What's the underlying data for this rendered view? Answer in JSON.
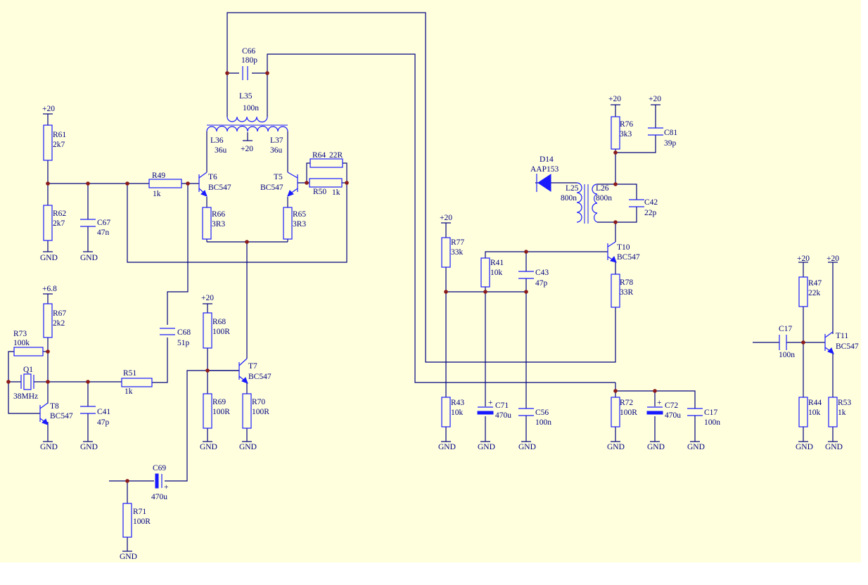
{
  "colors": {
    "sheet": "#ffffde",
    "wire": "#000080",
    "component": "#1a1aff",
    "junction": "#8b1a1a",
    "text": "#000080"
  },
  "labels": {
    "C66": "C66",
    "C66_v": "180p",
    "L35": "L35",
    "L35_v": "100n",
    "L36": "L36",
    "L36_v": "36u",
    "L37": "L37",
    "L37_v": "36u",
    "p20_tc": "+20",
    "p20_a": "+20",
    "R61": "R61",
    "R61_v": "2k7",
    "R62": "R62",
    "R62_v": "2k7",
    "C67": "C67",
    "C67_v": "47n",
    "gnd_r62": "GND",
    "gnd_c67": "GND",
    "R49": "R49",
    "R49_v": "1k",
    "T6": "T6",
    "T6_v": "BC547",
    "T5": "T5",
    "T5_v": "BC547",
    "R64": "R64",
    "R64_v": "22R",
    "R50": "R50",
    "R50_v": "1k",
    "R66": "R66",
    "R66_v": "3R3",
    "R65": "R65",
    "R65_v": "3R3",
    "p68": "+6.8",
    "R67": "R67",
    "R67_v": "2k2",
    "R73": "R73",
    "R73_v": "100k",
    "Q1": "Q1",
    "Q1_v": "38MHz",
    "T8": "T8",
    "T8_v": "BC547",
    "C41": "C41",
    "C41_v": "47p",
    "gnd_t8": "GND",
    "gnd_c41": "GND",
    "R51": "R51",
    "R51_v": "1k",
    "C68": "C68",
    "C68_v": "51p",
    "p20_b": "+20",
    "R68": "R68",
    "R68_v": "100R",
    "R69": "R69",
    "R69_v": "100R",
    "T7": "T7",
    "T7_v": "BC547",
    "R70": "R70",
    "R70_v": "100R",
    "gnd_r69": "GND",
    "gnd_r70": "GND",
    "C69": "C69",
    "C69_v": "470u",
    "plus_c69": "+",
    "R71": "R71",
    "R71_v": "100R",
    "gnd_r71": "GND",
    "p20_c": "+20",
    "p20_d": "+20",
    "R76": "R76",
    "R76_v": "3k3",
    "C81": "C81",
    "C81_v": "39p",
    "D14": "D14",
    "D14_v": "AAP153",
    "L25": "L25",
    "L25_v": "800n",
    "L26": "L26",
    "L26_v": "800n",
    "C42": "C42",
    "C42_v": "22p",
    "p20_e": "+20",
    "R77": "R77",
    "R77_v": "33k",
    "R41": "R41",
    "R41_v": "10k",
    "C43": "C43",
    "C43_v": "47p",
    "T10": "T10",
    "T10_v": "BC547",
    "R78": "R78",
    "R78_v": "33R",
    "R43": "R43",
    "R43_v": "10k",
    "C71": "C71",
    "C71_v": "470u",
    "plus_c71": "+",
    "C56": "C56",
    "C56_v": "100n",
    "gnd_r43": "GND",
    "gnd_c71": "GND",
    "gnd_c56": "GND",
    "R72": "R72",
    "R72_v": "100R",
    "C72": "C72",
    "C72_v": "470u",
    "plus_c72": "+",
    "C17b": "C17",
    "C17b_v": "100n",
    "gnd_r72": "GND",
    "gnd_c72": "GND",
    "gnd_c17b": "GND",
    "p20_f": "+20",
    "p20_g": "+20",
    "R47": "R47",
    "R47_v": "22k",
    "C17a": "C17",
    "C17a_v": "100n",
    "T11": "T11",
    "T11_v": "BC547",
    "R44": "R44",
    "R44_v": "10k",
    "R53": "R53",
    "R53_v": "1k",
    "gnd_r44": "GND",
    "gnd_r53": "GND"
  }
}
